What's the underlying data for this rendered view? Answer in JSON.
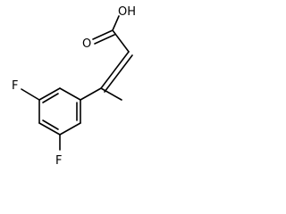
{
  "molecule": {
    "atoms": {
      "oh": "OH",
      "o": "O",
      "f_top": "F",
      "f_bottom": "F"
    }
  }
}
